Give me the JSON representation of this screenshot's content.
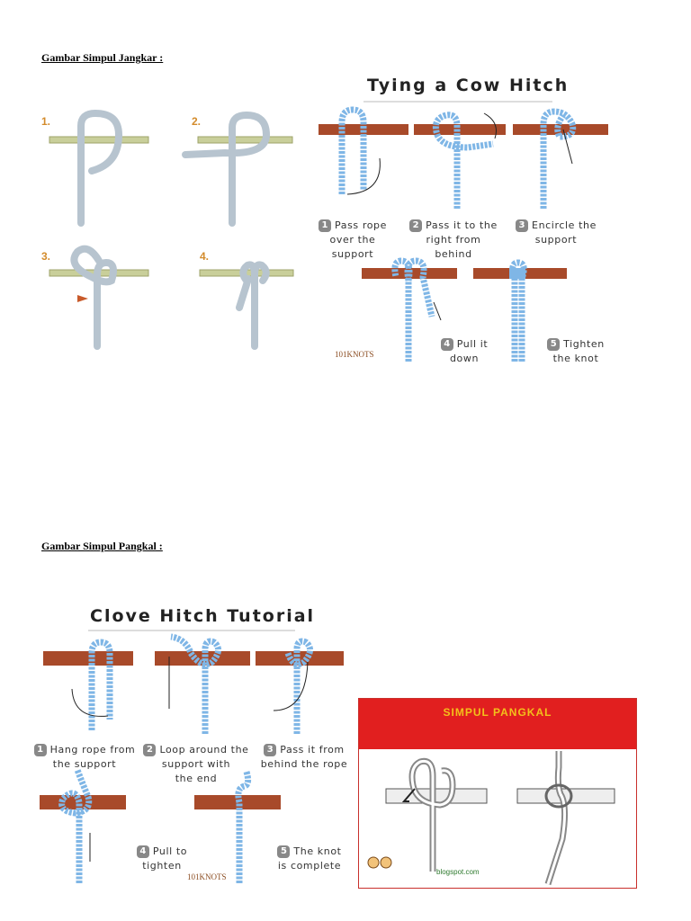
{
  "sections": {
    "anchor_heading": "Gambar Simpul Jangkar :",
    "clove_heading": "Gambar Simpul Pangkal :"
  },
  "jangkar_steps": [
    "1.",
    "2.",
    "3.",
    "4."
  ],
  "cow_hitch": {
    "title": "Tying a Cow Hitch",
    "steps": [
      {
        "num": "1",
        "lines": [
          "Pass rope",
          "over the",
          "support"
        ]
      },
      {
        "num": "2",
        "lines": [
          "Pass it to the",
          "right from",
          "behind"
        ]
      },
      {
        "num": "3",
        "lines": [
          "Encircle the",
          "support"
        ]
      },
      {
        "num": "4",
        "lines": [
          "Pull it",
          "down"
        ]
      },
      {
        "num": "5",
        "lines": [
          "Tighten",
          "the knot"
        ]
      }
    ],
    "logo": "101KNOTS"
  },
  "clove_hitch": {
    "title": "Clove Hitch Tutorial",
    "steps": [
      {
        "num": "1",
        "lines": [
          "Hang rope from",
          "the support"
        ]
      },
      {
        "num": "2",
        "lines": [
          "Loop around the",
          "support with",
          "the end"
        ]
      },
      {
        "num": "3",
        "lines": [
          "Pass it from",
          "behind the rope"
        ]
      },
      {
        "num": "4",
        "lines": [
          "Pull to",
          "tighten"
        ]
      },
      {
        "num": "5",
        "lines": [
          "The knot",
          "is complete"
        ]
      }
    ],
    "logo": "101KNOTS"
  },
  "simpul_pangkal": {
    "title": "SIMPUL PANGKAL",
    "blog": "blogspot.com"
  },
  "colors": {
    "pole": "#c9cf9a",
    "rope_grey": "#b7c4cf",
    "wood": "#a84a2a",
    "rope_blue": "#7fb6e6",
    "panel_red": "#e11f1f"
  }
}
